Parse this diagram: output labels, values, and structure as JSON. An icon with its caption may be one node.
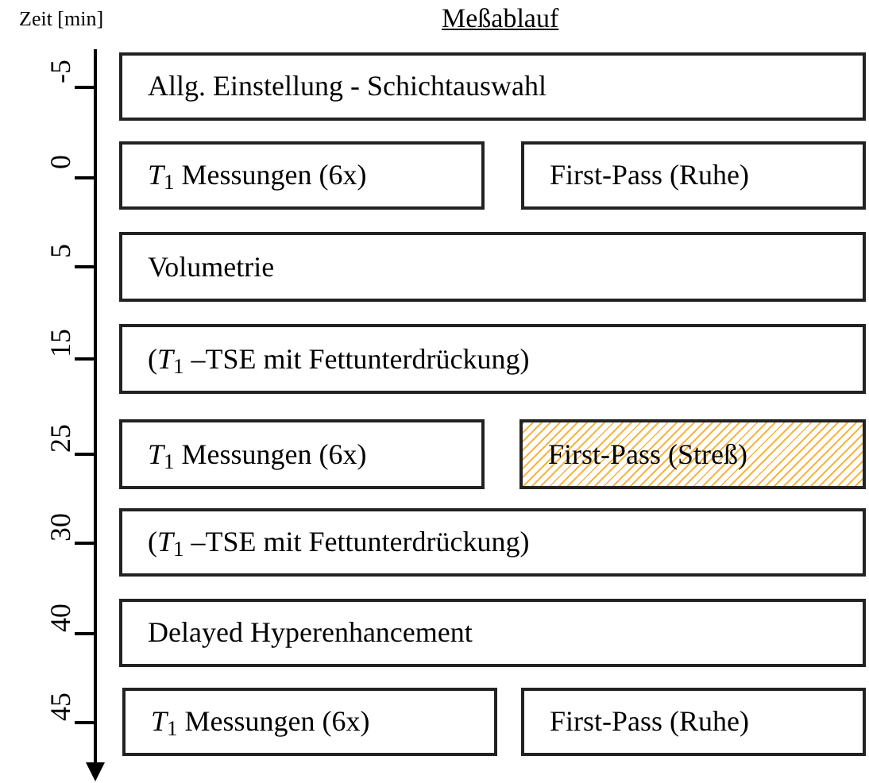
{
  "diagram": {
    "title": "Meßablauf",
    "nodes": [
      {
        "text": [
          "Allg. Einstellung - Schichtauswahl"
        ]
      },
      {
        "text": [
          "*T*$_{1}$ Messungen (6x)"
        ]
      },
      {
        "text": [
          "First-Pass (Ruhe)"
        ]
      },
      {
        "text": [
          "Volumetrie"
        ]
      },
      {
        "text": [
          "(*T*$_{1}$ –TSE mit Fettunterdrückung)"
        ]
      },
      {
        "text": [
          "*T*$_{1}$ Messungen (6x)"
        ]
      },
      {
        "text": [
          "First-Pass (Streß)"
        ]
      },
      {
        "text": [
          "(*T*$_{1}$ –TSE mit Fettunterdrückung)"
        ]
      },
      {
        "text": [
          "Delayed Hyperenhancement"
        ]
      },
      {
        "text": [
          "*T*$_{1}$ Messungen (6x)"
        ]
      },
      {
        "text": [
          "First-Pass (Ruhe)"
        ]
      }
    ],
    "labels": [
      "Zeit [min]",
      "-5",
      "0",
      "5",
      "15",
      "25",
      "30",
      "40",
      "45"
    ]
  }
}
